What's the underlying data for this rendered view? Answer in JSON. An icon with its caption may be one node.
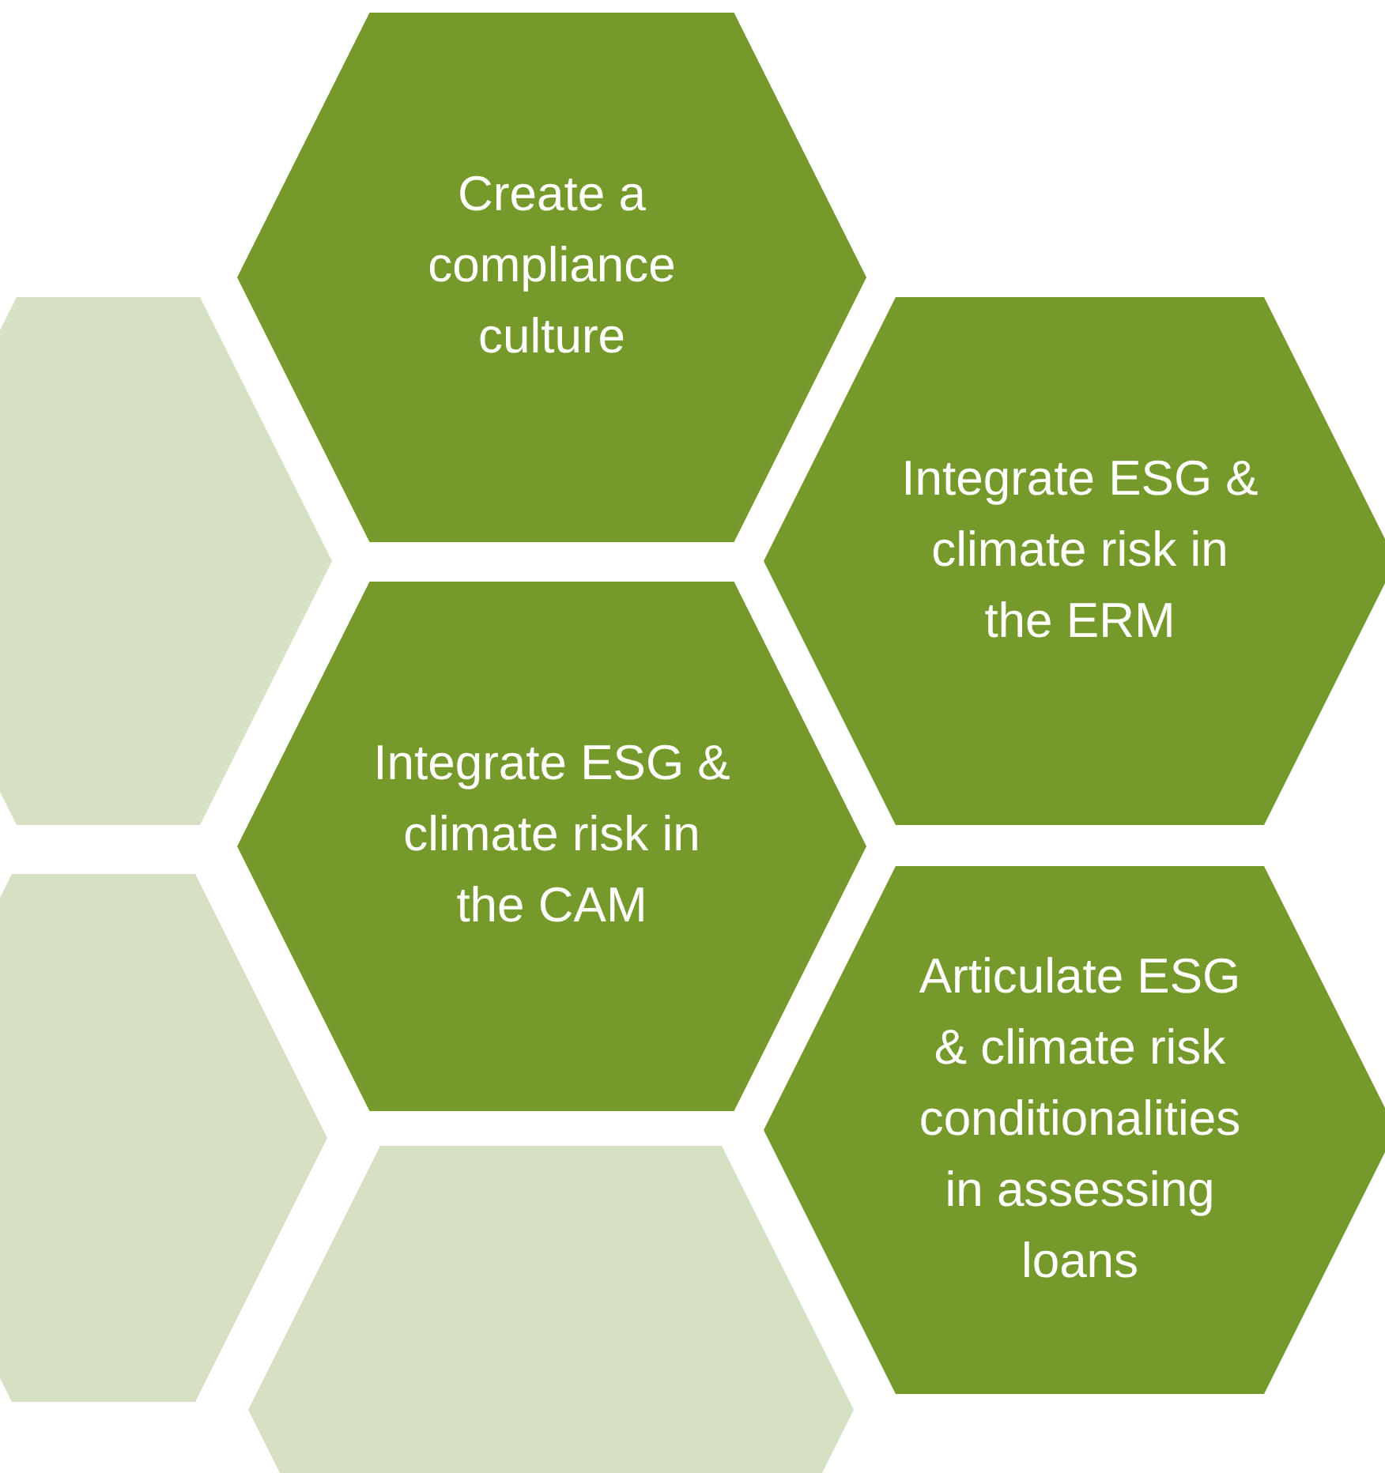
{
  "diagram": {
    "nodes": [
      {
        "text": [
          "Create a compliance culture"
        ]
      },
      {
        "text": [],
        "shape": "hexagon"
      },
      {
        "text": [
          "Integrate ESG & climate risk in the ERM"
        ]
      },
      {
        "text": [
          "Integrate ESG & climate risk in the CAM"
        ]
      },
      {
        "text": [
          "Articulate ESG & climate risk conditionalities in assessing loans"
        ]
      },
      {
        "text": [],
        "shape": "hexagon"
      },
      {
        "text": [],
        "shape": "hexagon"
      }
    ]
  }
}
